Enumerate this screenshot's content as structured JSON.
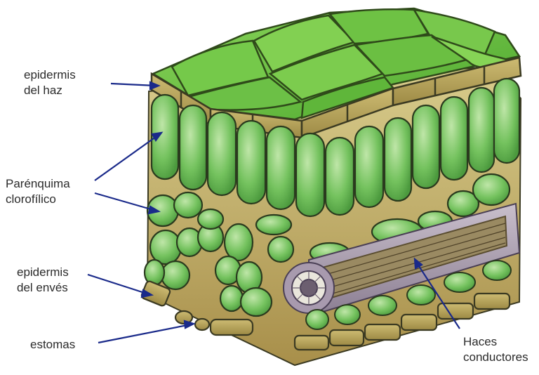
{
  "labels": {
    "epidermis_haz": [
      "epidermis",
      "del haz"
    ],
    "parenquima": [
      "Parénquima",
      "clorofílico"
    ],
    "epidermis_enves": [
      "epidermis",
      "del envés"
    ],
    "estomas": "estomas",
    "haces": [
      "Haces",
      "conductores"
    ]
  },
  "colors": {
    "cell_green": "#6fc05a",
    "top_green": "#5fb63a",
    "epidermis_tan": "#b5a25a",
    "outline": "#2a3a1e",
    "vein_purple": "#a89aae",
    "arrow_blue": "#1a2a8a",
    "background": "#ffffff"
  },
  "icons": [
    "leaf-cross-section-illustration"
  ]
}
